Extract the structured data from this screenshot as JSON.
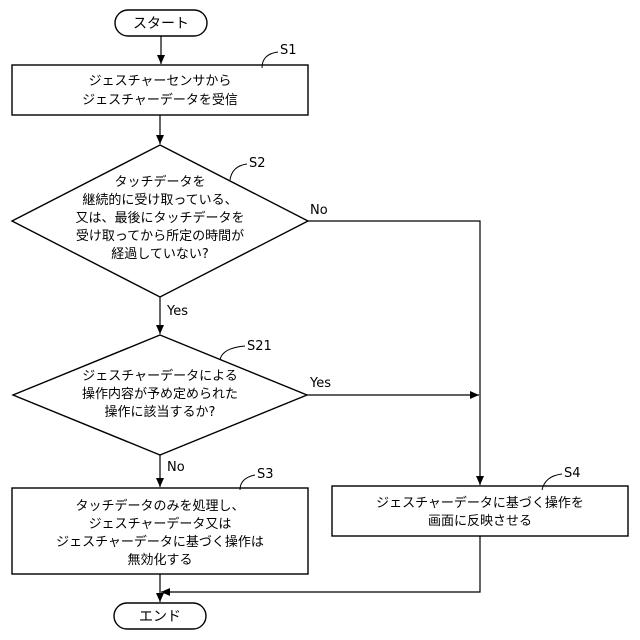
{
  "flowchart": {
    "start": {
      "label": "スタート"
    },
    "end": {
      "label": "エンド"
    },
    "s1": {
      "step": "S1",
      "lines": [
        "ジェスチャーセンサから",
        "ジェスチャーデータを受信"
      ]
    },
    "s2": {
      "step": "S2",
      "lines": [
        "タッチデータを",
        "継続的に受け取っている、",
        "又は、最後にタッチデータを",
        "受け取ってから所定の時間が",
        "経過していない?"
      ],
      "no_label": "No",
      "yes_label": "Yes"
    },
    "s21": {
      "step": "S21",
      "lines": [
        "ジェスチャーデータによる",
        "操作内容が予め定められた",
        "操作に該当するか?"
      ],
      "yes_label": "Yes",
      "no_label": "No"
    },
    "s3": {
      "step": "S3",
      "lines": [
        "タッチデータのみを処理し、",
        "ジェスチャーデータ又は",
        "ジェスチャーデータに基づく操作は",
        "無効化する"
      ]
    },
    "s4": {
      "step": "S4",
      "lines": [
        "ジェスチャーデータに基づく操作を",
        "画面に反映させる"
      ]
    }
  }
}
